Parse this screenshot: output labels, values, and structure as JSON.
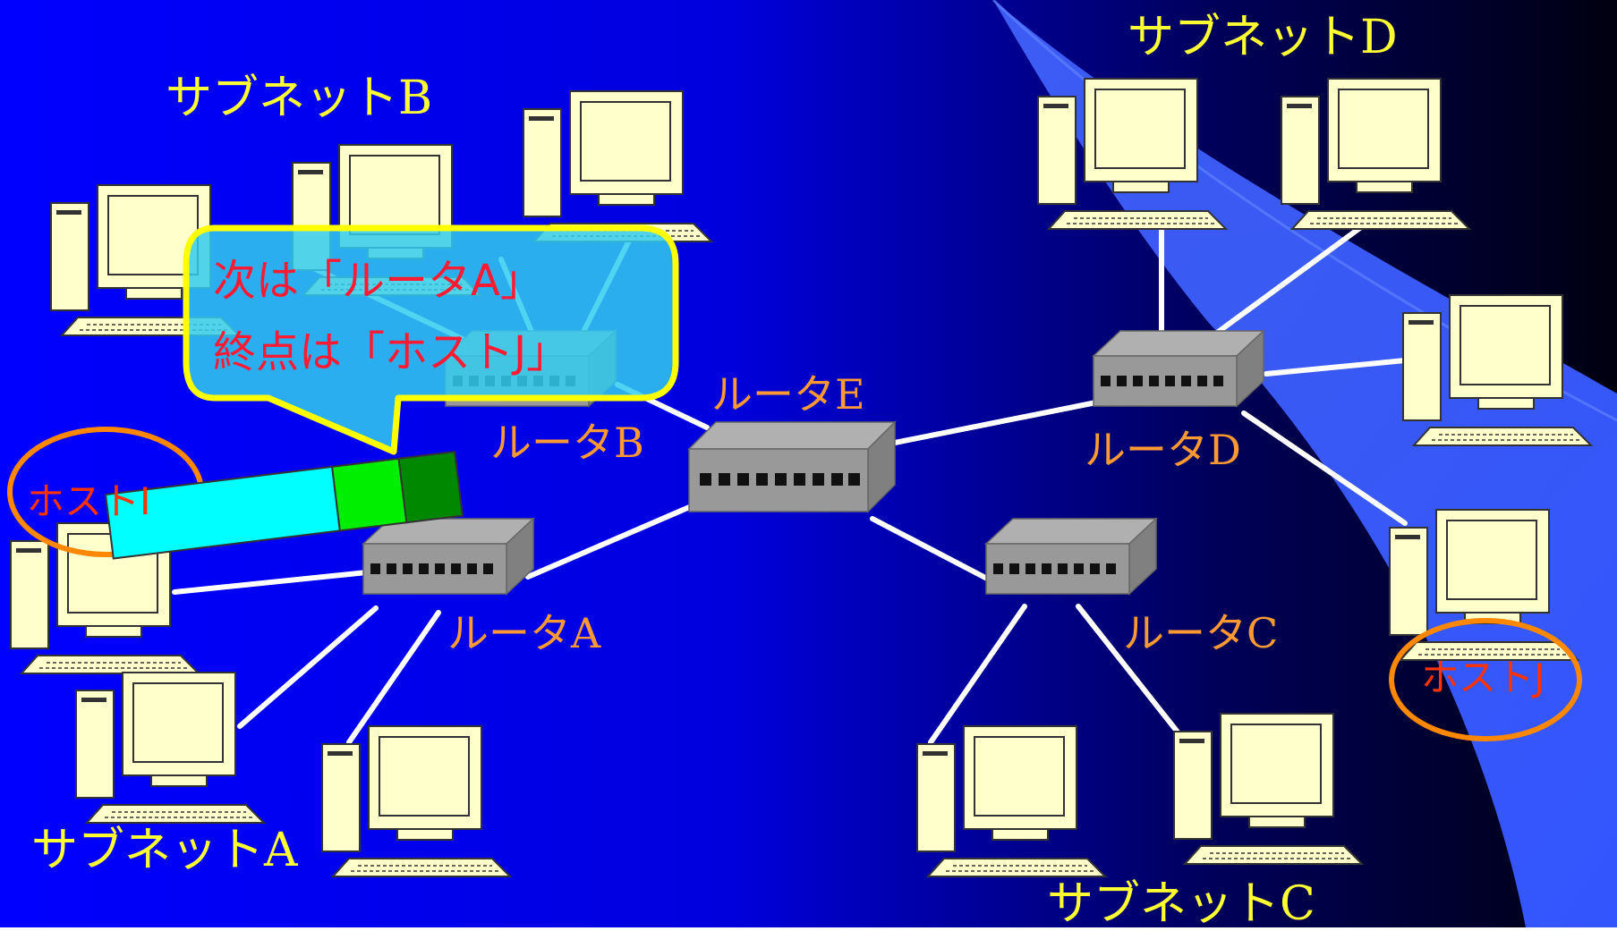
{
  "subnets": {
    "a": "サブネットA",
    "b": "サブネットB",
    "c": "サブネットC",
    "d": "サブネットD"
  },
  "routers": {
    "a": "ルータA",
    "b": "ルータB",
    "c": "ルータC",
    "d": "ルータD",
    "e": "ルータE"
  },
  "hosts": {
    "source": "ホストI",
    "destination": "ホストJ"
  },
  "callout": {
    "line1": "次は「ルータA」",
    "line2": "終点は「ホストJ」"
  },
  "packet": {
    "segments": [
      "data",
      "header-1",
      "header-2"
    ]
  },
  "colors": {
    "background_left": "#0000ff",
    "background_right": "#000022",
    "subnet_label": "#ffff33",
    "router_label": "#ff9933",
    "host_label": "#ff3300",
    "highlight_ring": "#ff8800",
    "callout_fill": "#33ccee",
    "callout_border": "#ffff00",
    "callout_text": "#ff1a33",
    "link": "#ffffff",
    "computer": "#ffffcc",
    "router_body": "#999999",
    "packet_data": "#00ffff",
    "packet_header1": "#00ee00",
    "packet_header2": "#008800"
  }
}
